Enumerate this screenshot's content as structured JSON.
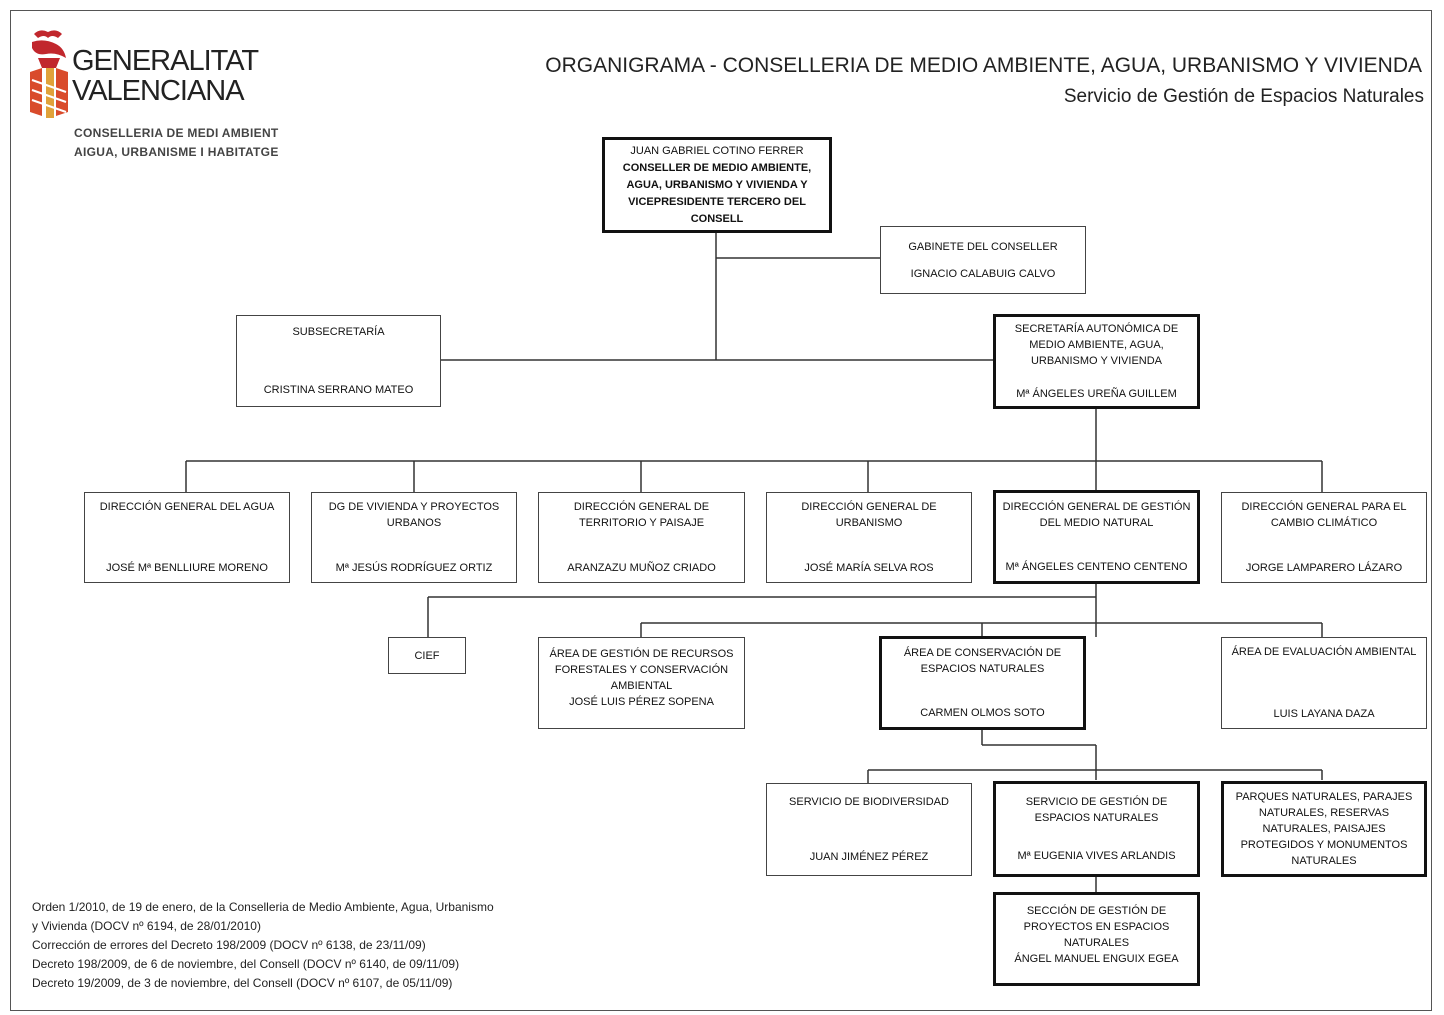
{
  "header": {
    "logo_word_1": "GENERALITAT",
    "logo_word_2": "VALENCIANA",
    "logo_sub_1": "CONSELLERIA DE MEDI AMBIENT",
    "logo_sub_2": "AIGUA, URBANISME I HABITATGE",
    "title": "ORGANIGRAMA - CONSELLERIA DE MEDIO AMBIENTE, AGUA, URBANISMO Y VIVIENDA",
    "subtitle": "Servicio de Gestión de Espacios Naturales"
  },
  "nodes": {
    "conseller": {
      "name": "JUAN GABRIEL COTINO FERRER",
      "role": "CONSELLER DE MEDIO AMBIENTE, AGUA, URBANISMO Y VIVIENDA y VICEPRESIDENTE TERCERO DEL CONSELL"
    },
    "gabinete": {
      "role": "GABINETE DEL CONSELLER",
      "name": "IGNACIO CALABUIG CALVO"
    },
    "subsecretaria": {
      "role": "SUBSECRETARÍA",
      "name": "CRISTINA SERRANO MATEO"
    },
    "secretaria": {
      "role": "SECRETARÍA AUTONÓMICA DE MEDIO AMBIENTE, AGUA, URBANISMO Y VIVIENDA",
      "name": "Mª ÁNGELES UREÑA GUILLEM"
    },
    "dg_agua": {
      "role": "DIRECCIÓN GENERAL DEL AGUA",
      "name": "JOSÉ Mª BENLLIURE MORENO"
    },
    "dg_vivienda": {
      "role": "DG DE VIVIENDA Y PROYECTOS URBANOS",
      "name": "Mª JESÚS RODRÍGUEZ ORTIZ"
    },
    "dg_territorio": {
      "role": "DIRECCIÓN GENERAL DE TERRITORIO Y PAISAJE",
      "name": "ARANZAZU MUÑOZ CRIADO"
    },
    "dg_urbanismo": {
      "role": "DIRECCIÓN GENERAL DE URBANISMO",
      "name": "JOSÉ MARÍA SELVA ROS"
    },
    "dg_medio_natural": {
      "role": "DIRECCIÓN GENERAL DE GESTIÓN DEL MEDIO NATURAL",
      "name": "Mª ÁNGELES CENTENO CENTENO"
    },
    "dg_cambio": {
      "role": "DIRECCIÓN GENERAL PARA EL CAMBIO CLIMÁTICO",
      "name": "JORGE LAMPARERO LÁZARO"
    },
    "cief": {
      "role": "CIEF"
    },
    "area_forestal": {
      "role": "ÁREA DE GESTIÓN DE RECURSOS FORESTALES Y CONSERVACIÓN AMBIENTAL",
      "name": "JOSÉ LUIS PÉREZ SOPENA"
    },
    "area_conservacion": {
      "role": "ÁREA DE CONSERVACIÓN DE ESPACIOS NATURALES",
      "name": "CARMEN OLMOS SOTO"
    },
    "area_evaluacion": {
      "role": "ÁREA DE EVALUACIÓN AMBIENTAL",
      "name": "LUIS LAYANA DAZA"
    },
    "serv_biodiversidad": {
      "role": "SERVICIO DE BIODIVERSIDAD",
      "name": "JUAN JIMÉNEZ PÉREZ"
    },
    "serv_espacios": {
      "role": "SERVICIO DE GESTIÓN DE ESPACIOS NATURALES",
      "name": "Mª EUGENIA VIVES ARLANDIS"
    },
    "parques": {
      "role": "PARQUES NATURALES, PARAJES NATURALES, RESERVAS NATURALES, PAISAJES PROTEGIDOS Y MONUMENTOS NATURALES"
    },
    "seccion": {
      "role": "SECCIÓN DE GESTIÓN DE PROYECTOS EN ESPACIOS NATURALES",
      "name": "ÁNGEL MANUEL ENGUIX EGEA"
    }
  },
  "references": [
    "Orden 1/2010, de 19 de enero, de la Conselleria de Medio Ambiente, Agua, Urbanismo",
    "y Vivienda (DOCV nº 6194, de 28/01/2010)",
    "Corrección de errores del Decreto 198/2009 (DOCV nº 6138, de 23/11/09)",
    "Decreto 198/2009, de 6 de noviembre, del Consell (DOCV nº 6140, de 09/11/09)",
    "Decreto 19/2009, de 3 de noviembre, del Consell (DOCV nº 6107, de 05/11/09)"
  ]
}
